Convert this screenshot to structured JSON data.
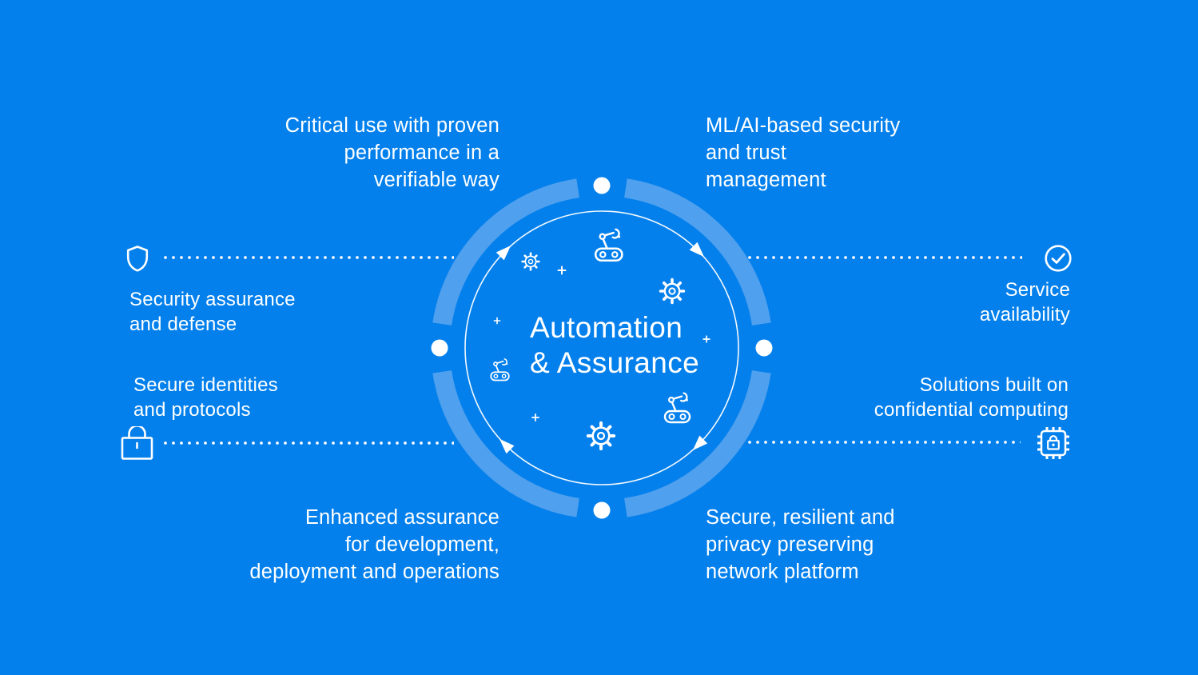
{
  "colors": {
    "background": "#0480EC",
    "ring": "#4FA0EE",
    "text": "#FFFFFF"
  },
  "center": {
    "lines": [
      "Automation",
      "& Assurance"
    ],
    "icons": [
      "robot-arm-icon",
      "gear-icon",
      "plus-icon",
      "cycle-arrow-icon",
      "node-dot"
    ]
  },
  "corners": {
    "top_left": {
      "lines": [
        "Critical use with proven",
        "performance in a",
        "verifiable way"
      ]
    },
    "top_right": {
      "lines": [
        "ML/AI-based security",
        "and trust",
        "management"
      ]
    },
    "bottom_left": {
      "lines": [
        "Enhanced assurance",
        "for development,",
        "deployment and operations"
      ]
    },
    "bottom_right": {
      "lines": [
        "Secure, resilient and",
        "privacy preserving",
        "network platform"
      ]
    }
  },
  "callouts": {
    "security": {
      "icon": "shield-icon",
      "lines": [
        "Security assurance",
        "and defense"
      ]
    },
    "identities": {
      "icon": "lock-icon",
      "lines": [
        "Secure identities",
        "and protocols"
      ]
    },
    "availability": {
      "icon": "check-circle-icon",
      "lines": [
        "Service",
        "availability"
      ]
    },
    "confidential": {
      "icon": "chip-lock-icon",
      "lines": [
        "Solutions built on",
        "confidential computing"
      ]
    }
  }
}
